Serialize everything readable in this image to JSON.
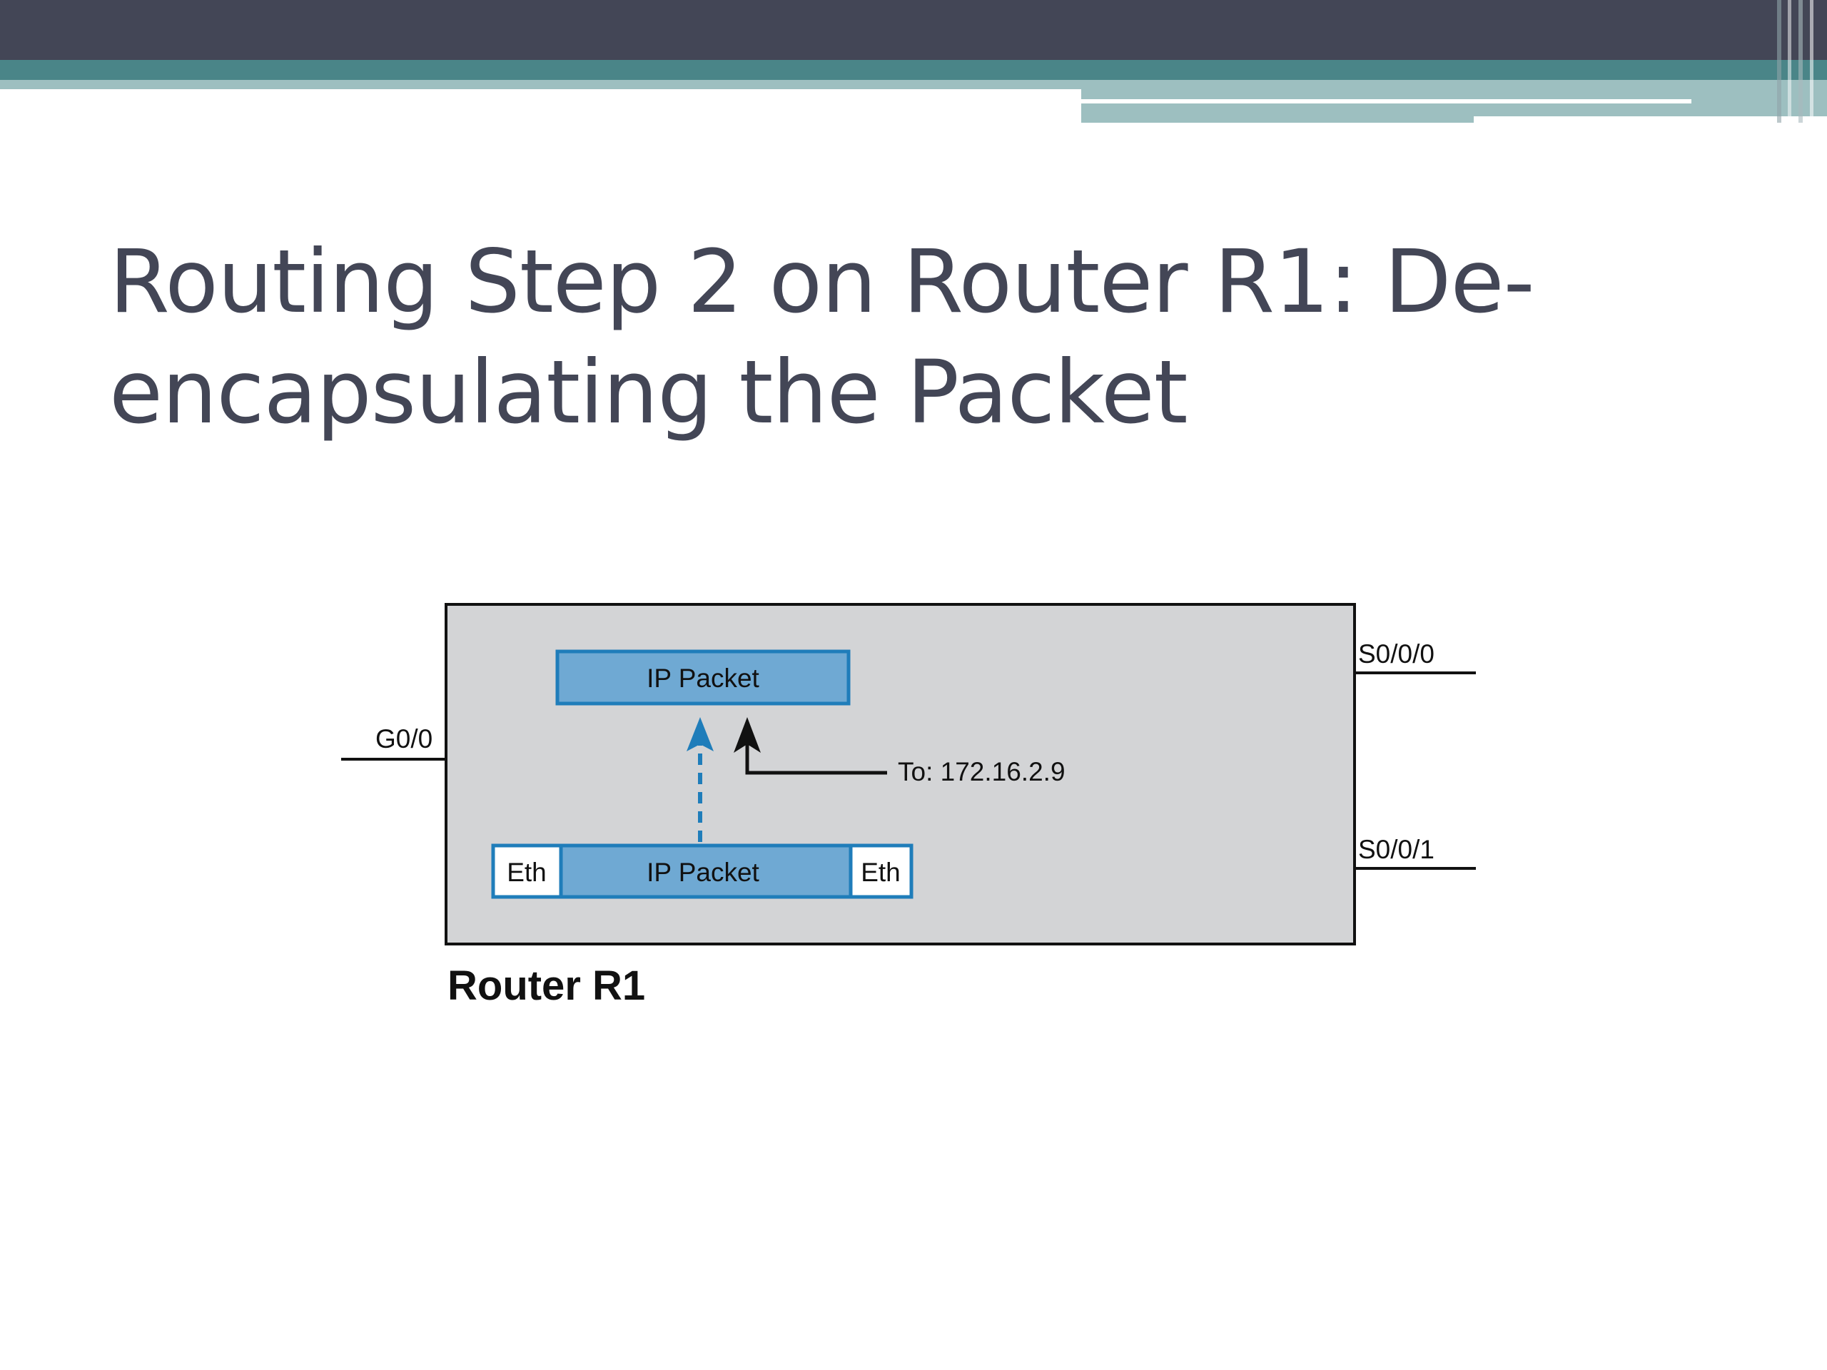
{
  "slide": {
    "title_line1": "Routing Step 2 on Router R1: De-",
    "title_line2": "encapsulating the Packet"
  },
  "diagram": {
    "router_label": "Router R1",
    "interfaces": {
      "left": "G0/0",
      "right_top": "S0/0/0",
      "right_bottom": "S0/0/1"
    },
    "frame": {
      "header": "Eth",
      "payload": "IP Packet",
      "trailer": "Eth"
    },
    "decapsulated_packet": "IP Packet",
    "destination_note": "To: 172.16.2.9"
  },
  "colors": {
    "banner_dark": "#434656",
    "banner_teal": "#4a8588",
    "banner_light": "#9dbfc0",
    "title_text": "#434656",
    "router_fill": "#d3d4d6",
    "packet_fill": "#6fa9d3",
    "packet_border": "#1f7dba",
    "arrow_dashed": "#1f7dba"
  }
}
